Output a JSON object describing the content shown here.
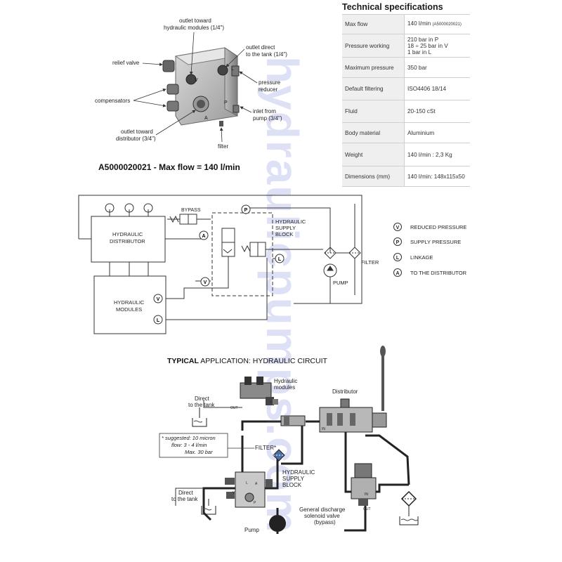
{
  "spec": {
    "title": "Technical specifications",
    "rows": [
      {
        "key": "Max flow",
        "value": "140 l/min",
        "small": "(A5000020021)"
      },
      {
        "key": "Pressure working",
        "value": "210 bar in P\n18 ÷ 25 bar in V\n1 bar in L"
      },
      {
        "key": "Maximum pressure",
        "value": "350 bar"
      },
      {
        "key": "Default filtering",
        "value": "ISO4406 18/14"
      },
      {
        "key": "Fluid",
        "value": "20-150 cSt"
      },
      {
        "key": "Body material",
        "value": "Aluminium"
      },
      {
        "key": "Weight",
        "value": "140 l/min : 2,3 Kg"
      },
      {
        "key": "Dimensions (mm)",
        "value": "140 l/min: 148x115x50"
      }
    ]
  },
  "block_drawing": {
    "labels": {
      "outlet_modules": [
        "outlet toward",
        "hydraulic modules (1/4\")"
      ],
      "outlet_tank": [
        "outlet direct",
        "to the tank (1/4\")"
      ],
      "relief_valve": "relief valve",
      "pressure_reducer": [
        "pressure",
        "reducer"
      ],
      "compensators": "compensators",
      "inlet_pump": [
        "inlet from",
        "pump (3/4\")"
      ],
      "outlet_distributor": [
        "outlet toward",
        "distributor (3/4\")"
      ],
      "filter": "filter",
      "port_v": "V",
      "port_l": "L",
      "port_p": "P",
      "port_a": "A"
    },
    "model_title": "A5000020021 - Max flow = 140 l/min"
  },
  "schematic": {
    "bypass": "BYPASS",
    "distributor": [
      "HYDRAULIC",
      "DISTRIBUTOR"
    ],
    "modules": [
      "HYDRAULIC",
      "MODULES"
    ],
    "supply_block": [
      "HYDRAULIC",
      "SUPPLY",
      "BLOCK"
    ],
    "pump": "PUMP",
    "filter": "FILTER",
    "port_a": "A",
    "port_p": "P",
    "port_v": "V",
    "port_l": "L",
    "legend": [
      {
        "symbol": "V",
        "label": "REDUCED PRESSURE"
      },
      {
        "symbol": "P",
        "label": "SUPPLY PRESSURE"
      },
      {
        "symbol": "L",
        "label": "LINKAGE"
      },
      {
        "symbol": "A",
        "label": "TO THE DISTRIBUTOR"
      }
    ]
  },
  "application": {
    "title_bold": "TYPICAL",
    "title_rest": " APPLICATION: HYDRAULIC CIRCUIT",
    "hydraulic_modules": [
      "Hydraulic",
      "modules"
    ],
    "distributor": "Distributor",
    "direct_tank_1": [
      "Direct",
      "to the tank"
    ],
    "direct_tank_2": [
      "Direct",
      "to the tank"
    ],
    "note": [
      "* suggested: 10 micron",
      "flow: 3 - 4 l/min",
      "Max. 30 bar"
    ],
    "filter": "FILTER*",
    "supply_block": [
      "HYDRAULIC",
      "SUPPLY",
      "BLOCK"
    ],
    "discharge": [
      "General discharge",
      "solenoid valve",
      "(bypass)"
    ],
    "pump": "Pump",
    "in_label": "IN",
    "out_label": "OUT",
    "v_label": "V",
    "l_label": "L",
    "p_label": "P",
    "a_label": "A"
  },
  "watermark": "hydraulicpumps.com"
}
